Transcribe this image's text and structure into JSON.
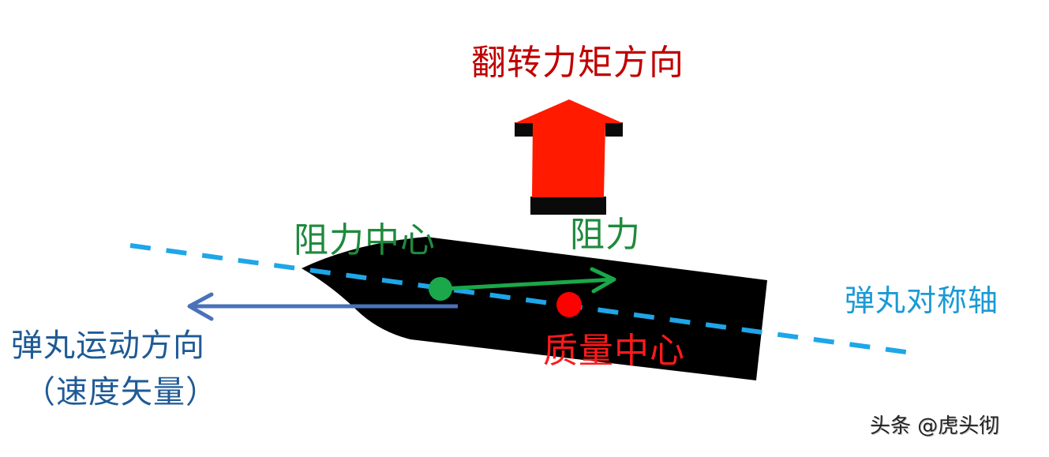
{
  "diagram": {
    "title": "翻转力矩方向",
    "labels": {
      "center_of_pressure": "阻力中心",
      "drag_force": "阻力",
      "center_of_mass": "质量中心",
      "symmetry_axis": "弹丸对称轴",
      "motion_direction": "弹丸运动方向",
      "velocity_vector": "（速度矢量）"
    },
    "watermark": "头条 @虎头彻",
    "colors": {
      "torque_arrow": "#ff1a00",
      "torque_arrow_shadow": "#0a0a0a",
      "projectile_body": "#000000",
      "symmetry_axis": "#1ea6e8",
      "center_of_pressure_dot": "#1aa84a",
      "drag_arrow": "#1aa84a",
      "center_of_mass_dot": "#ff0000",
      "velocity_arrow": "#4a72b8",
      "title_text": "#c00000",
      "green_text": "#1e8a3c",
      "red_text": "#ff1a1a",
      "axis_text": "#1a9ad6",
      "motion_text": "#1f5a96"
    }
  }
}
